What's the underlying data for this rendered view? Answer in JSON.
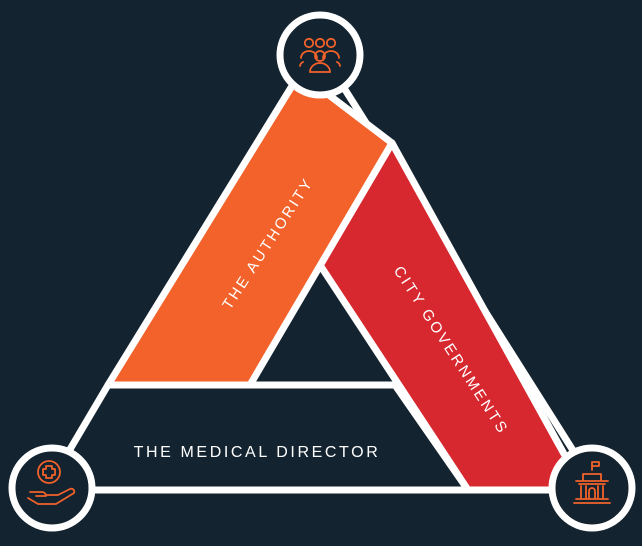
{
  "diagram": {
    "labels": {
      "authority": "THE AUTHORITY",
      "city_governments": "CITY GOVERNMENTS",
      "medical_director": "THE MEDICAL DIRECTOR"
    },
    "nodes": {
      "top": {
        "icon": "people-group-icon"
      },
      "bottom_left": {
        "icon": "medical-hand-icon"
      },
      "bottom_right": {
        "icon": "government-building-icon"
      }
    },
    "colors": {
      "background": "#13232f",
      "authority_band": "#f2622a",
      "city_band": "#d7282f",
      "outline": "#ffffff",
      "icon": "#f2622a"
    }
  }
}
